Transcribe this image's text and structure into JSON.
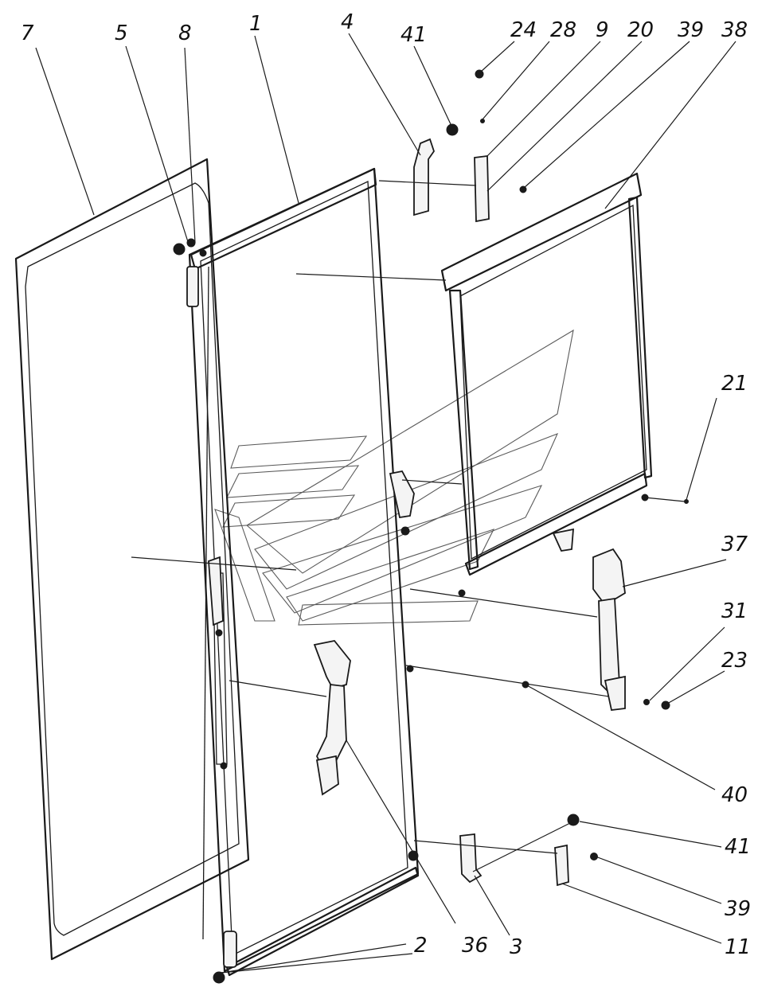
{
  "figure": {
    "callouts": [
      {
        "id": "c7",
        "label": "7"
      },
      {
        "id": "c5",
        "label": "5"
      },
      {
        "id": "c8",
        "label": "8"
      },
      {
        "id": "c1",
        "label": "1"
      },
      {
        "id": "c4",
        "label": "4"
      },
      {
        "id": "c41a",
        "label": "41"
      },
      {
        "id": "c24",
        "label": "24"
      },
      {
        "id": "c28",
        "label": "28"
      },
      {
        "id": "c9",
        "label": "9"
      },
      {
        "id": "c20",
        "label": "20"
      },
      {
        "id": "c39a",
        "label": "39"
      },
      {
        "id": "c38",
        "label": "38"
      },
      {
        "id": "c21",
        "label": "21"
      },
      {
        "id": "c37",
        "label": "37"
      },
      {
        "id": "c31",
        "label": "31"
      },
      {
        "id": "c23",
        "label": "23"
      },
      {
        "id": "c40",
        "label": "40"
      },
      {
        "id": "c41b",
        "label": "41"
      },
      {
        "id": "c39b",
        "label": "39"
      },
      {
        "id": "c11",
        "label": "11"
      },
      {
        "id": "c2",
        "label": "2"
      },
      {
        "id": "c36",
        "label": "36"
      },
      {
        "id": "c3",
        "label": "3"
      }
    ]
  }
}
